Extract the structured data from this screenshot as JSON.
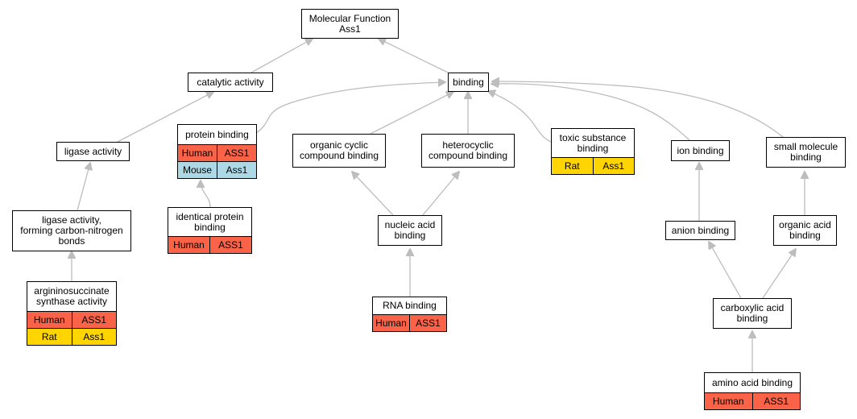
{
  "graph": {
    "root": {
      "line1": "Molecular Function",
      "line2": "Ass1"
    },
    "nodes": {
      "catalytic": "catalytic activity",
      "binding": "binding",
      "ligase": "ligase activity",
      "ligase_cn": {
        "line1": "ligase activity,",
        "line2": "forming carbon-nitrogen",
        "line3": "bonds"
      },
      "argsucc": {
        "line1": "argininosuccinate",
        "line2": "synthase activity"
      },
      "protein_binding": "protein binding",
      "identical_protein": {
        "line1": "identical protein",
        "line2": "binding"
      },
      "organic_cyclic": {
        "line1": "organic cyclic",
        "line2": "compound binding"
      },
      "heterocyclic": {
        "line1": "heterocyclic",
        "line2": "compound binding"
      },
      "nucleic_acid": {
        "line1": "nucleic acid",
        "line2": "binding"
      },
      "rna_binding": "RNA binding",
      "toxic": {
        "line1": "toxic substance",
        "line2": "binding"
      },
      "ion_binding": "ion binding",
      "anion_binding": "anion binding",
      "carboxylic": {
        "line1": "carboxylic acid",
        "line2": "binding"
      },
      "amino_acid": "amino acid binding",
      "small_molecule": {
        "line1": "small molecule",
        "line2": "binding"
      },
      "organic_acid": {
        "line1": "organic acid",
        "line2": "binding"
      }
    },
    "annotations": {
      "argsucc": [
        {
          "species": "Human",
          "gene": "ASS1"
        },
        {
          "species": "Rat",
          "gene": "Ass1"
        }
      ],
      "protein_binding": [
        {
          "species": "Human",
          "gene": "ASS1"
        },
        {
          "species": "Mouse",
          "gene": "Ass1"
        }
      ],
      "identical_protein": [
        {
          "species": "Human",
          "gene": "ASS1"
        }
      ],
      "rna_binding": [
        {
          "species": "Human",
          "gene": "ASS1"
        }
      ],
      "toxic": [
        {
          "species": "Rat",
          "gene": "Ass1"
        }
      ],
      "amino_acid": [
        {
          "species": "Human",
          "gene": "ASS1"
        }
      ]
    },
    "colors": {
      "Human": "#fa6348",
      "Rat": "#ffd501",
      "Mouse": "#add8e6",
      "edge": "#bdbdbd",
      "border": "#000000",
      "background": "#ffffff"
    }
  }
}
